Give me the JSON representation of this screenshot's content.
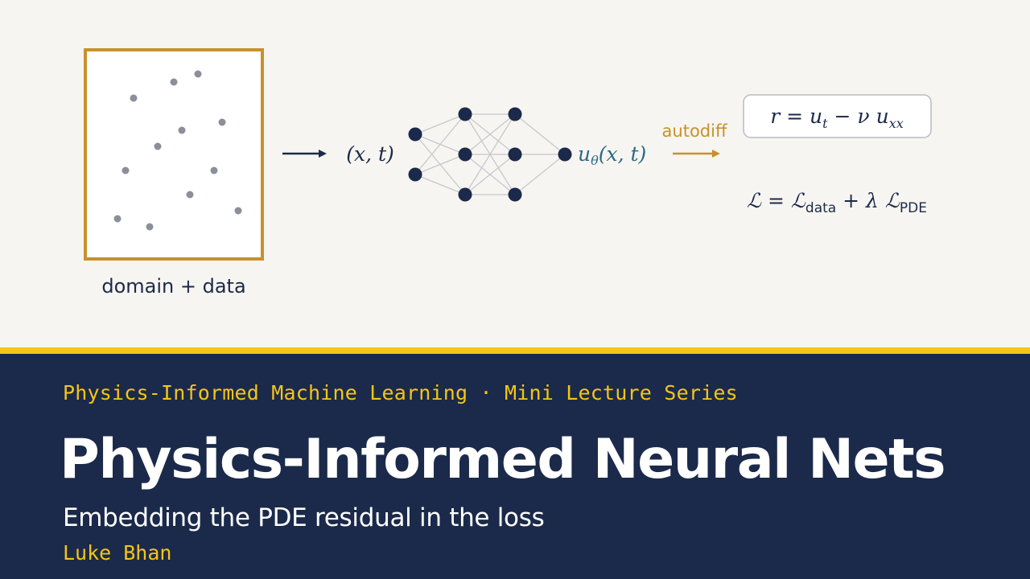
{
  "diagram": {
    "domain_label": "domain + data",
    "input_label": "(x, t)",
    "output_base": "u",
    "output_sub": "θ",
    "output_args": "(x, t)",
    "autodiff_label": "autodiff",
    "residual": {
      "lhs": "r",
      "eq": " = ",
      "u1_base": "u",
      "u1_sub": "t",
      "minus_nu": " − ν ",
      "u2_base": "u",
      "u2_sub": "xx"
    },
    "loss": {
      "L": "ℒ",
      "eq": " = ",
      "L1": "ℒ",
      "sub1": "data",
      "plus_lambda": " + λ ",
      "L2": "ℒ",
      "sub2": "PDE"
    },
    "colors": {
      "domain_border": "#c8912a",
      "point": "#8a8f9a",
      "node": "#1b2a4a",
      "edge": "#c5c8cc",
      "output": "#2b6a87",
      "autodiff": "#c8912a",
      "arrow": "#1b2a4a"
    },
    "icons": [
      "right-arrow-icon",
      "autodiff-arrow-icon"
    ]
  },
  "banner": {
    "series": "Physics-Informed Machine Learning · Mini Lecture Series",
    "title": "Physics-Informed Neural Nets",
    "subtitle": "Embedding the PDE residual in the loss",
    "author": "Luke Bhan",
    "colors": {
      "background": "#1b2a4a",
      "accent": "#f5c518",
      "divider": "#f5c518"
    }
  }
}
